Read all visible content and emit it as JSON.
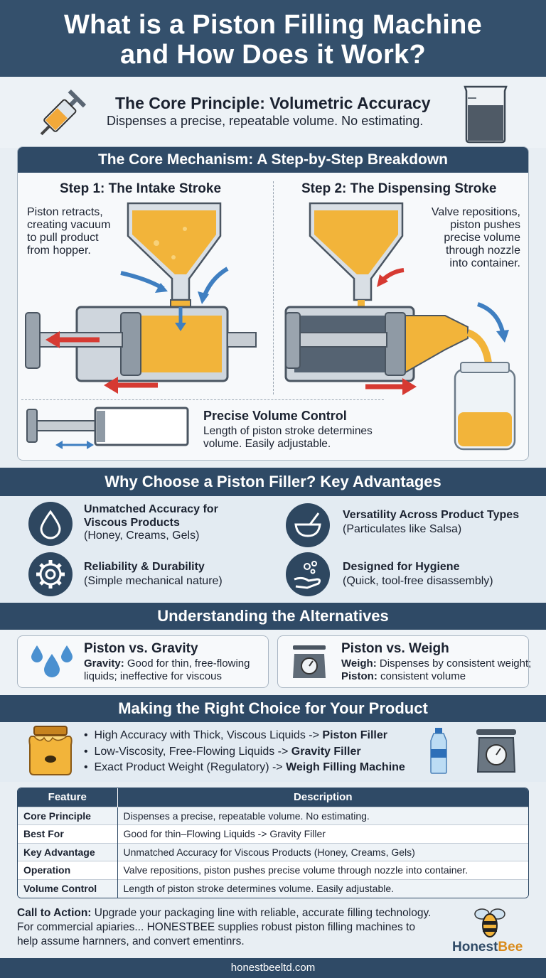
{
  "header": {
    "title_line1": "What is a Piston Filling Machine",
    "title_line2": "and How Does it Work?"
  },
  "principle": {
    "title": "The Core Principle: Volumetric Accuracy",
    "subtitle": "Dispenses a precise, repeatable volume. No estimating."
  },
  "mechanism": {
    "title": "The Core Mechanism: A Step-by-Step Breakdown",
    "step1": {
      "title": "Step 1: The Intake Stroke",
      "lines": [
        "Piston retracts,",
        "creating vacuum",
        "to pull product",
        "from hopper."
      ]
    },
    "step2": {
      "title": "Step 2: The Dispensing Stroke",
      "lines": [
        "Valve repositions,",
        "piston pushes",
        "precise volume",
        "through nozzle",
        "into container."
      ]
    },
    "volume": {
      "title": "Precise Volume Control",
      "lines": [
        "Length of piston stroke determines",
        "volume. Easily adjustable."
      ]
    }
  },
  "advantages": {
    "title": "Why Choose a Piston Filler? Key Advantages",
    "items": [
      {
        "icon": "droplet-icon",
        "title1": "Unmatched Accuracy for",
        "title2": "Viscous Products",
        "desc": "(Honey, Creams, Gels)"
      },
      {
        "icon": "bowl-icon",
        "title1": "Versatility Across Product Types",
        "title2": "",
        "desc": "(Particulates like Salsa)"
      },
      {
        "icon": "gear-icon",
        "title1": "Reliability & Durability",
        "title2": "",
        "desc": "(Simple mechanical nature)"
      },
      {
        "icon": "hand-bubbles-icon",
        "title1": "Designed for Hygiene",
        "title2": "",
        "desc": "(Quick, tool-free disassembly)"
      }
    ]
  },
  "alternatives": {
    "title": "Understanding the Alternatives",
    "gravity": {
      "title": "Piston vs. Gravity",
      "label": "Gravity:",
      "line1": " Good for thin, free-flowing",
      "line2": "liquids; ineffective for viscous"
    },
    "weigh": {
      "title": "Piston vs. Weigh",
      "label1": "Weigh:",
      "text1": " Dispenses by consistent weight;",
      "label2": "Piston:",
      "text2": " consistent volume"
    }
  },
  "choice": {
    "title": "Making the Right Choice for Your Product",
    "items": [
      {
        "text": "High Accuracy with Thick, Viscous Liquids -> ",
        "bold": "Piston Filler"
      },
      {
        "text": "Low-Viscosity, Free-Flowing Liquids -> ",
        "bold": "Gravity Filler"
      },
      {
        "text": "Exact Product Weight (Regulatory) -> ",
        "bold": "Weigh Filling Machine"
      }
    ]
  },
  "table": {
    "headers": [
      "Feature",
      "Description"
    ],
    "rows": [
      {
        "feature": "Core Principle",
        "desc": "Dispenses a precise, repeatable volume. No estimating."
      },
      {
        "feature": "Best For",
        "desc": "Good for thin–Flowing Liquids -> Gravity Filler"
      },
      {
        "feature": "Key Advantage",
        "desc": "Unmatched Accuracy for Viscous Products (Honey, Creams, Gels)"
      },
      {
        "feature": "Operation",
        "desc": "Valve repositions, piston pushes precise volume through nozzle into container."
      },
      {
        "feature": "Volume Control",
        "desc": "Length of piston stroke determines volume. Easily adjustable."
      }
    ]
  },
  "cta": {
    "label": "Call to Action:",
    "line1": " Upgrade your packaging line with reliable, accurate filling technology.",
    "line2": "For commercial apiaries... HONESTBEE supplies robust piston filling machines to",
    "line3": "help assume harnners, and convert ementinrs."
  },
  "brand": {
    "name_part1": "Honest",
    "name_part2": "Bee"
  },
  "footer": {
    "url": "honestbeeltd.com"
  },
  "colors": {
    "navy": "#2f4a66",
    "honey": "#f2b43a",
    "red_arrow": "#d63a32",
    "blue_arrow": "#3f7fc1"
  }
}
